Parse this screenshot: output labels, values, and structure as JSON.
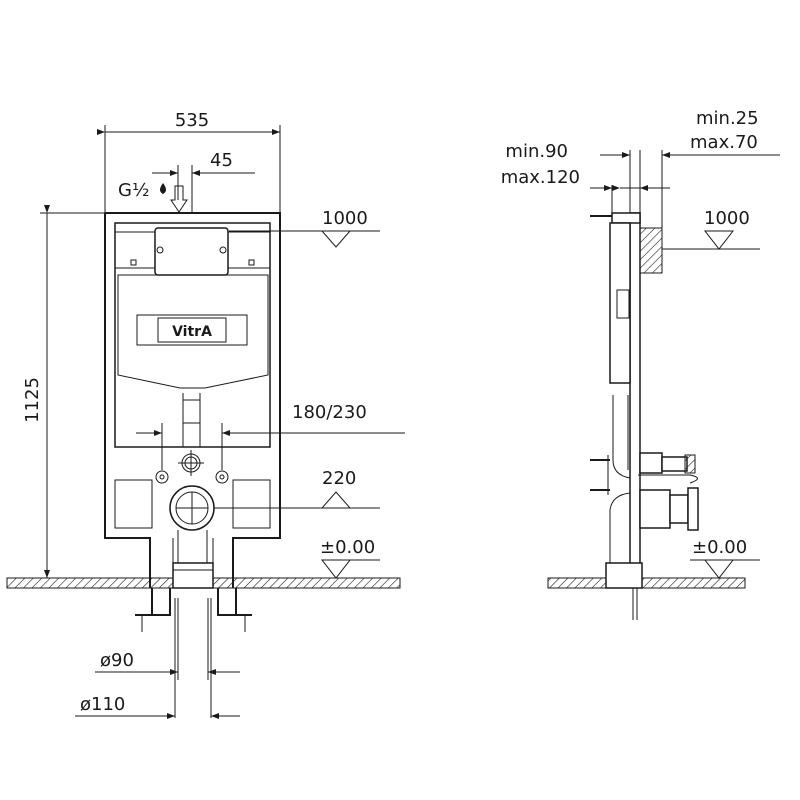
{
  "front_view": {
    "width_label": "535",
    "offset_label": "45",
    "inlet_label": "G½",
    "height_label": "1125",
    "level_1000": "1000",
    "bolt_spacing_label": "180/230",
    "outlet_height_label": "220",
    "floor_level_label": "±0.00",
    "pipe_small_label": "ø90",
    "pipe_large_label": "ø110",
    "brand_logo": "VitrA"
  },
  "side_view": {
    "depth_min_label": "min.90",
    "depth_max_label": "max.120",
    "wall_min_label": "min.25",
    "wall_max_label": "max.70",
    "level_1000": "1000",
    "floor_level_label": "±0.00"
  }
}
